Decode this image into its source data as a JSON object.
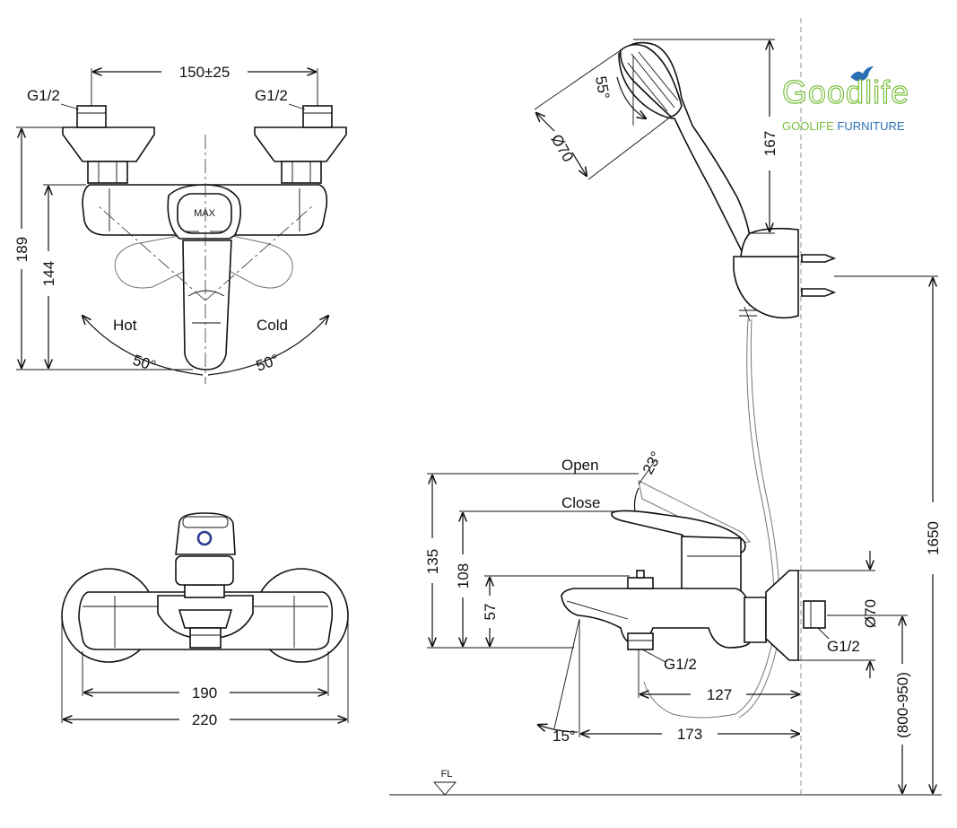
{
  "labels": {
    "g12_top_left": "G1/2",
    "g12_top_right": "G1/2",
    "hot": "Hot",
    "cold": "Cold",
    "open": "Open",
    "close": "Close",
    "g12_side_right": "G1/2",
    "g12_side_bottom": "G1/2",
    "floor": "FL",
    "max_mark": "MAX"
  },
  "dimensions": {
    "d150": "150±25",
    "d189": "189",
    "d144": "144",
    "a50_left": "50°",
    "a50_right": "50°",
    "d190": "190",
    "d220": "220",
    "d70_head": "Ø70",
    "a55": "55°",
    "d167": "167",
    "d1650": "1650",
    "a23": "23°",
    "d135": "135",
    "d108": "108",
    "d57": "57",
    "d70_flange": "Ø70",
    "d127": "127",
    "a15": "15°",
    "d173": "173",
    "d800_950": "(800-950)"
  },
  "logo": {
    "word": "Goodlife",
    "brand": "GOOLIFE",
    "suffix": " FURNITURE",
    "colors": {
      "green": "#7bbf3f",
      "blue": "#2b6fb3"
    }
  }
}
